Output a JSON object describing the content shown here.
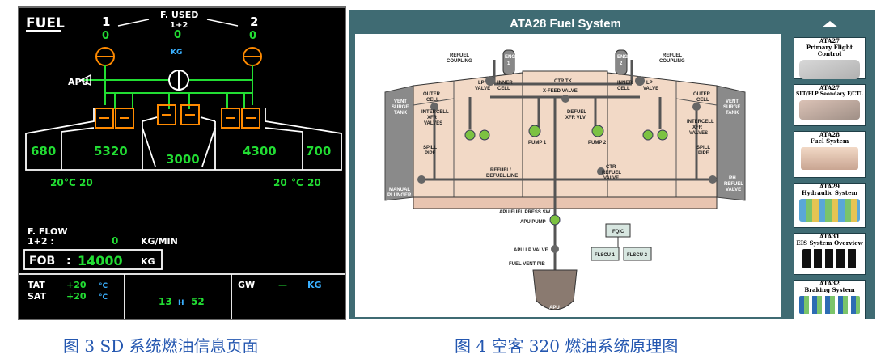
{
  "sd_page": {
    "title": "FUEL",
    "engine1_label": "1",
    "engine2_label": "2",
    "fused_label": "F. USED",
    "fused_sub": "1+2",
    "fused_value": "0",
    "fused_unit": "KG",
    "eng1_used": "0",
    "eng2_used": "0",
    "apu_label": "APU",
    "tanks": {
      "left_outer": "680",
      "left_inner": "5320",
      "center": "3000",
      "right_inner": "4300",
      "right_outer": "700"
    },
    "temp_left_value1": "20",
    "temp_left_unit": "°C",
    "temp_left_value2": "20",
    "temp_right_value1": "20",
    "temp_right_unit": "°C",
    "temp_right_value2": "20",
    "fflow_label": "F. FLOW",
    "fflow_sub": "1+2   :",
    "fflow_value": "0",
    "fflow_unit": "KG/MIN",
    "fob_label": "FOB",
    "fob_colon": ":",
    "fob_value": "14000",
    "fob_unit": "KG",
    "tat_label": "TAT",
    "tat_value": "+20",
    "tat_unit": "°C",
    "sat_label": "SAT",
    "sat_value": "+20",
    "sat_unit": "°C",
    "time_h": "13",
    "time_sep": "H",
    "time_m": "52",
    "gw_label": "GW",
    "gw_dash": "—",
    "gw_unit": "KG"
  },
  "ata_page": {
    "title": "ATA28 Fuel System",
    "labels": {
      "refuel_coupling_l1": "REFUEL",
      "refuel_coupling_l2": "COUPLING",
      "eng1_l1": "ENG",
      "eng1_l2": "1",
      "eng2_l1": "ENG",
      "eng2_l2": "2",
      "lp_valve_l1": "LP",
      "lp_valve_l2": "VALVE",
      "inner_cell_l1": "INNER",
      "inner_cell_l2": "CELL",
      "outer_cell_l1": "OUTER",
      "outer_cell_l2": "CELL",
      "ctr_tk": "CTR TK",
      "xfeed_valve": "X-FEED VALVE",
      "vent_surge_l1": "VENT",
      "vent_surge_l2": "SURGE",
      "vent_surge_l3": "TANK",
      "intercell_l1": "INTERCELL",
      "intercell_l2": "XFR",
      "intercell_l3": "VALVES",
      "defuel_xfr_l1": "DEFUEL",
      "defuel_xfr_l2": "XFR VLV",
      "pump1": "PUMP 1",
      "pump2": "PUMP 2",
      "spill_l1": "SPILL",
      "spill_l2": "PIPE",
      "refuel_line_l1": "REFUEL/",
      "refuel_line_l2": "DEFUEL LINE",
      "ctr_refuel_l1": "CTR",
      "ctr_refuel_l2": "REFUEL",
      "ctr_refuel_l3": "VALVE",
      "manual_l1": "MANUAL",
      "manual_l2": "PLUNGER",
      "rh_refuel_l1": "RH",
      "rh_refuel_l2": "REFUEL",
      "rh_refuel_l3": "VALVE",
      "apu_fuel_press": "APU FUEL PRESS SW",
      "apu_pump": "APU PUMP",
      "apu_lp_valve": "APU LP VALVE",
      "fuel_vent": "FUEL VENT PIB",
      "fqic": "FQIC",
      "flscu1": "FLSCU 1",
      "flscu2": "FLSCU 2",
      "apu": "APU"
    },
    "thumbnails": [
      {
        "title_l1": "ATA27",
        "title_l2": "Primary Flight Control"
      },
      {
        "title_l1": "ATA27",
        "title_l2": "SLT/FLP Seondary F/CTL"
      },
      {
        "title_l1": "ATA28",
        "title_l2": "Fuel System"
      },
      {
        "title_l1": "ATA29",
        "title_l2": "Hydraulic System"
      },
      {
        "title_l1": "ATA31",
        "title_l2": "EIS System Overview"
      },
      {
        "title_l1": "ATA32",
        "title_l2": "Braking System"
      }
    ]
  },
  "captions": {
    "left": "图 3 SD 系统燃油信息页面",
    "right": "图 4 空客 320 燃油系统原理图"
  },
  "colors": {
    "ecam_green": "#22dd33",
    "ecam_white": "#ffffff",
    "ecam_amber": "#ff8a00",
    "ecam_cyan": "#3ab0ff",
    "tank_fill": "#f2d9c6",
    "panel_teal": "#3f6b73"
  }
}
